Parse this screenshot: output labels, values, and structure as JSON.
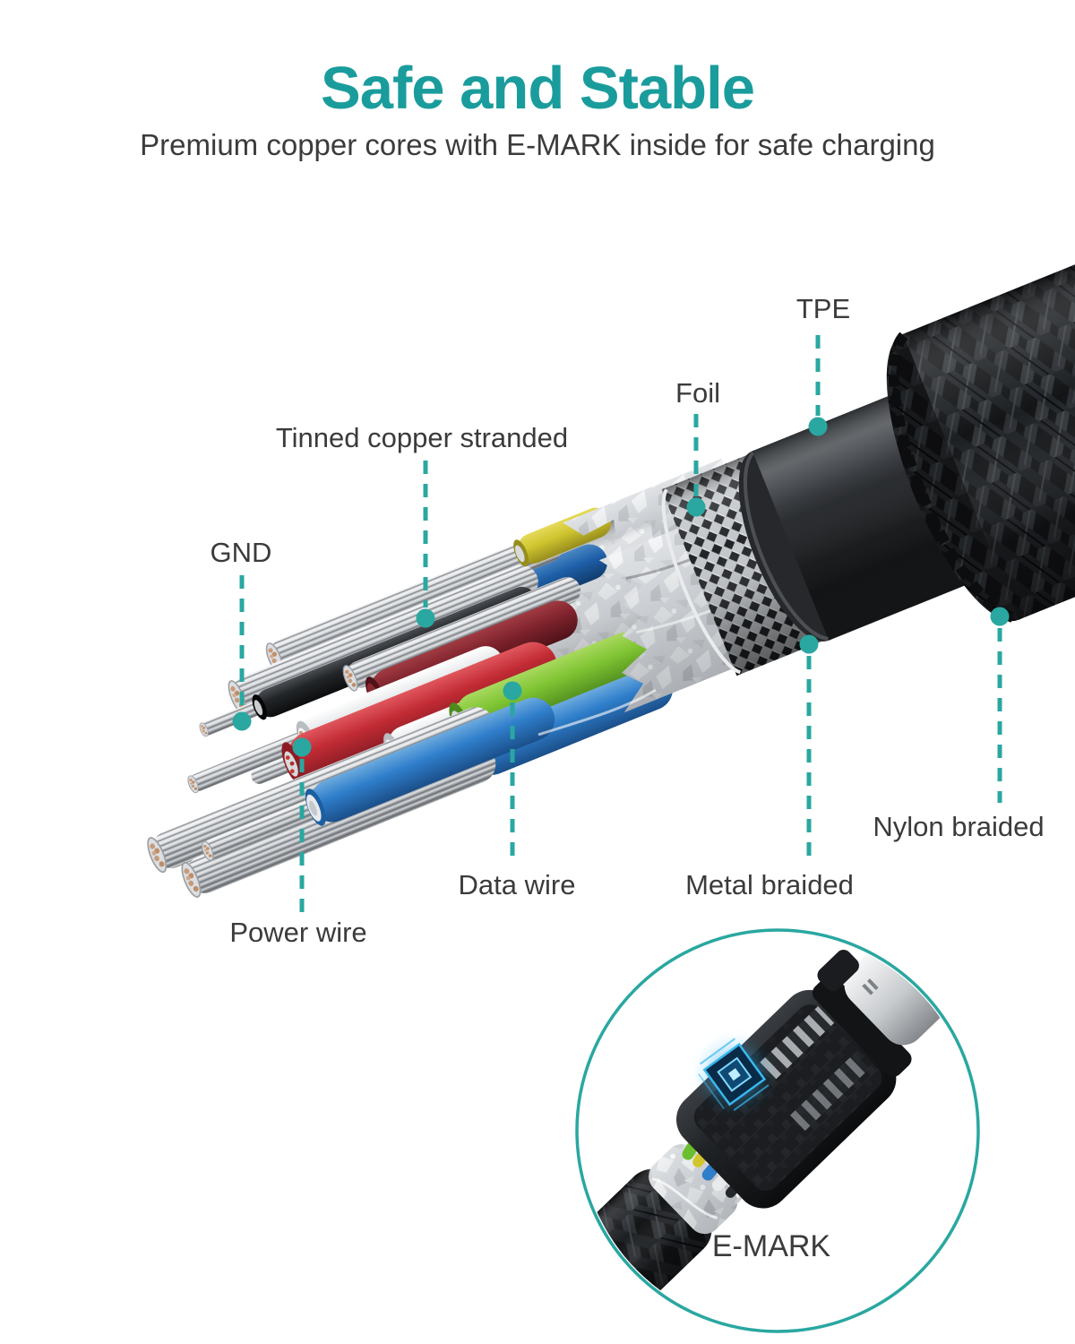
{
  "header": {
    "title": "Safe and Stable",
    "subtitle": "Premium copper cores with E-MARK inside for safe charging"
  },
  "callouts": {
    "tpe": "TPE",
    "foil": "Foil",
    "tinned_copper": "Tinned copper stranded",
    "gnd": "GND",
    "nylon_braided": "Nylon braided",
    "metal_braided": "Metal braided",
    "data_wire": "Data wire",
    "power_wire": "Power wire",
    "emark": "E-MARK"
  },
  "colors": {
    "accent": "#1a9c9c",
    "line": "#2aa7a1",
    "text": "#3b3b3b",
    "wire_red": "#c22b34",
    "wire_blue": "#2f7ecb",
    "wire_green": "#7fc433",
    "wire_yellow": "#d2c62f",
    "wire_black": "#1d1f22",
    "wire_white": "#e9ebed",
    "foil_silver": "#ced2d6",
    "braid_dark": "#141517",
    "chip_glow": "#36b9f0"
  }
}
